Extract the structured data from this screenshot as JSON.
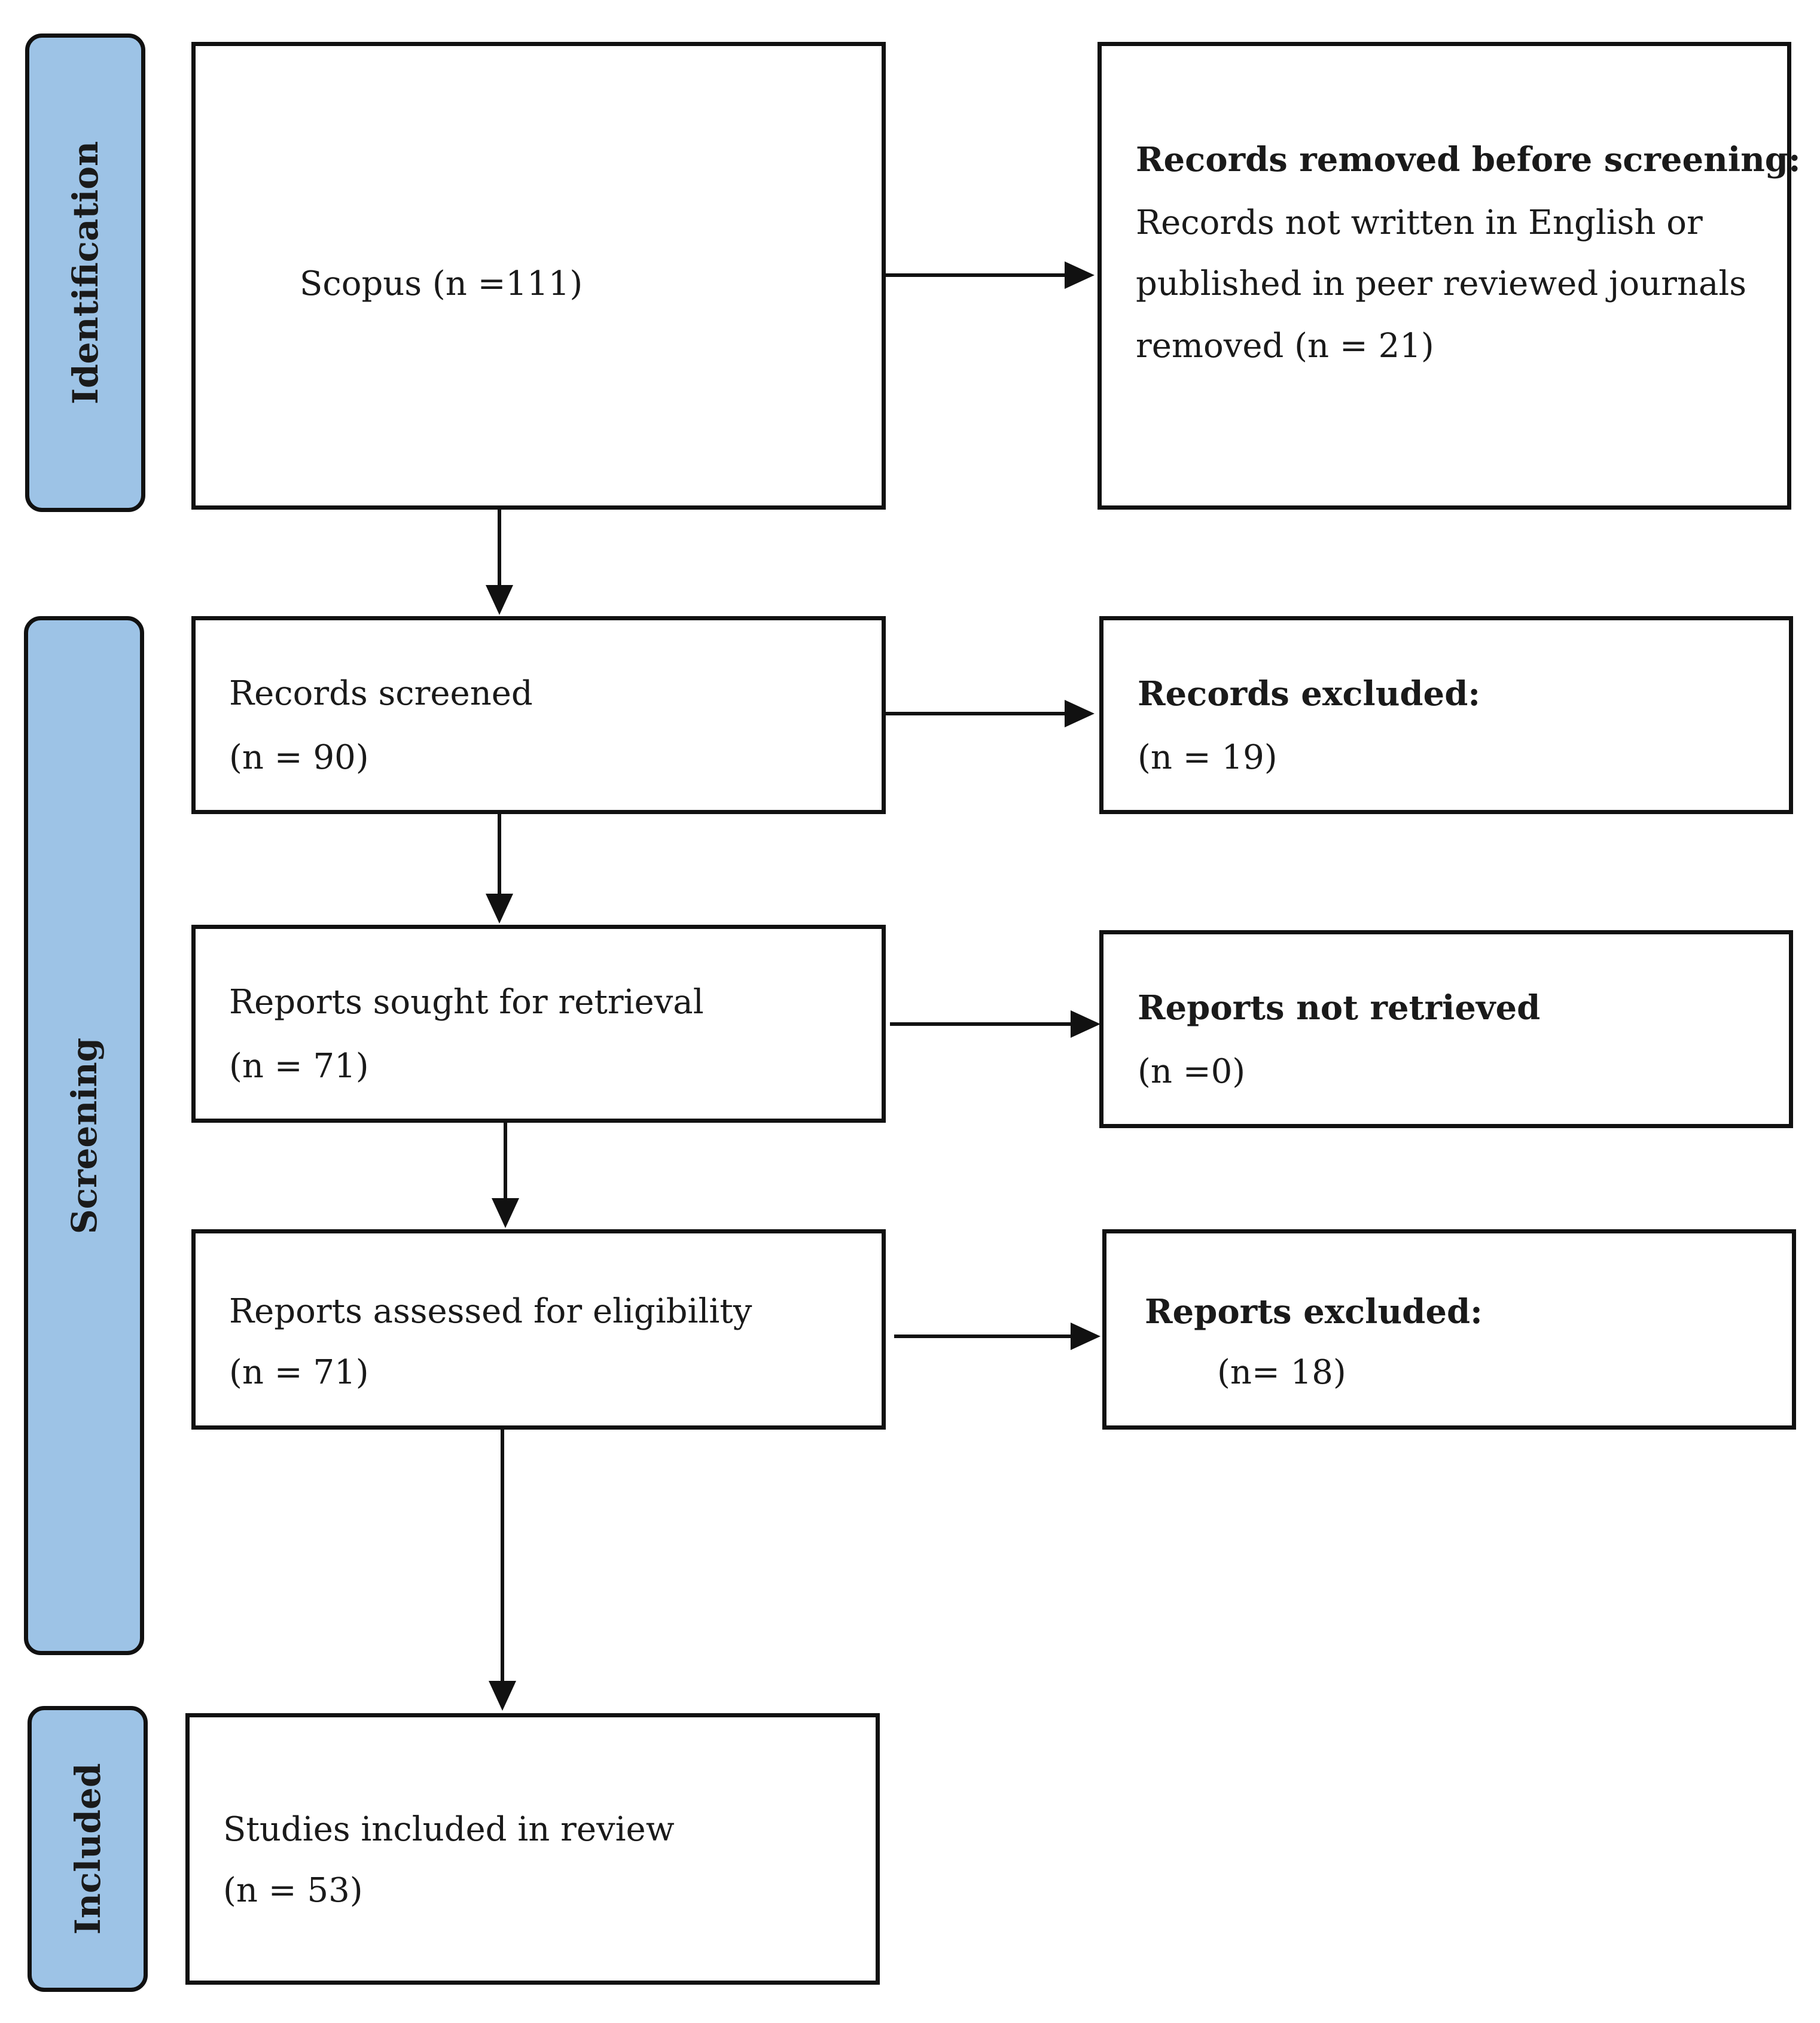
{
  "phases": {
    "identification": "Identification",
    "screening": "Screening",
    "included": "Included"
  },
  "identification": {
    "source": {
      "text": "Scopus (n =111)"
    },
    "removed": {
      "title": "Records removed before screening:",
      "line1": "Records not written in English or",
      "line2": "published in peer reviewed journals",
      "line3": "removed (n = 21)"
    }
  },
  "screening": {
    "screened": {
      "label": "Records screened",
      "count": "(n = 90)"
    },
    "excluded": {
      "label": "Records excluded:",
      "count": "(n = 19)"
    },
    "sought": {
      "label": "Reports sought for retrieval",
      "count": "(n = 71)"
    },
    "not_retrieved": {
      "label": "Reports not retrieved",
      "count": "(n =0)"
    },
    "assessed": {
      "label": "Reports assessed for eligibility",
      "count": "(n = 71)"
    },
    "reports_excluded": {
      "label": "Reports excluded:",
      "count": "(n= 18)"
    }
  },
  "included": {
    "studies": {
      "label": "Studies included in review",
      "count": "(n = 53)"
    }
  }
}
